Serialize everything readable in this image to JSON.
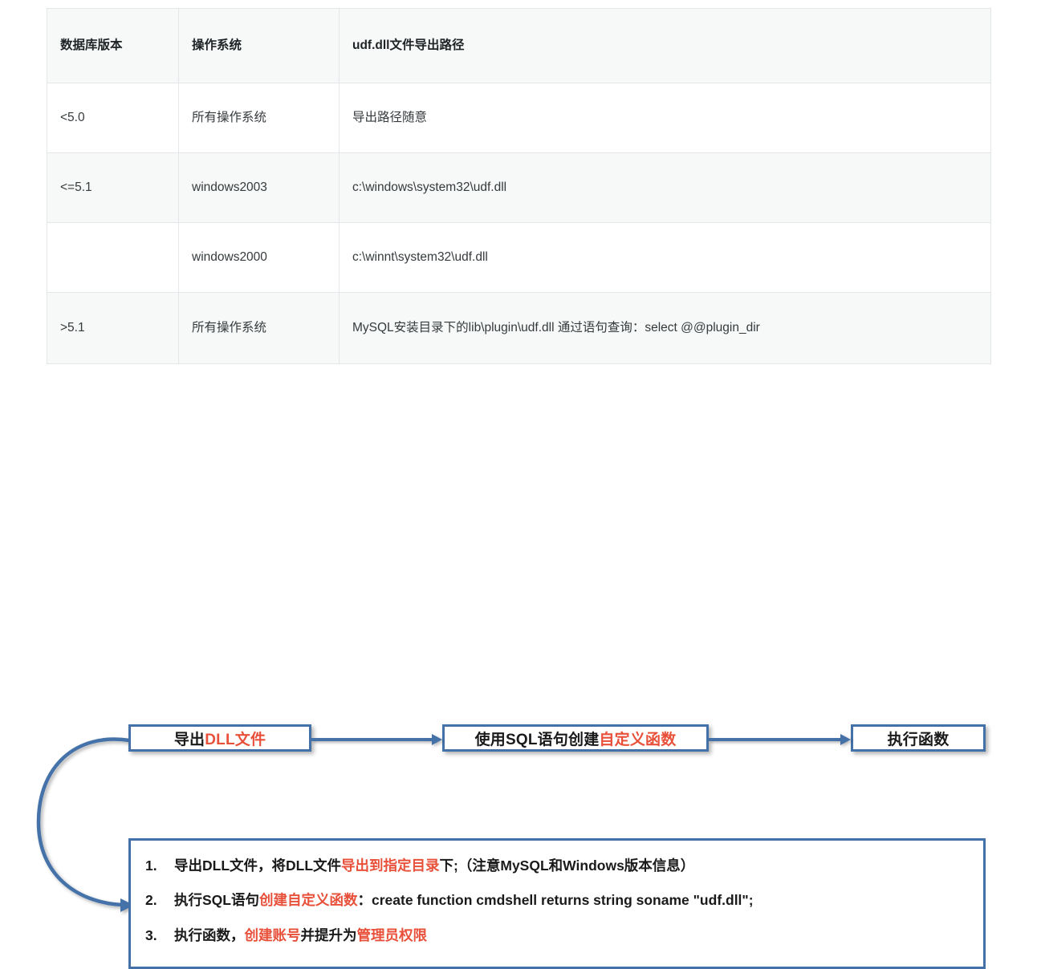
{
  "table": {
    "headers": [
      "数据库版本",
      "操作系统",
      "udf.dll文件导出路径"
    ],
    "rows": [
      {
        "version": "<5.0",
        "os": "所有操作系统",
        "path": "导出路径随意"
      },
      {
        "version": "<=5.1",
        "os": "windows2003",
        "path": "c:\\windows\\system32\\udf.dll"
      },
      {
        "version": "",
        "os": "windows2000",
        "path": "c:\\winnt\\system32\\udf.dll"
      },
      {
        "version": ">5.1",
        "os": "所有操作系统",
        "path": "MySQL安装目录下的lib\\plugin\\udf.dll 通过语句查询：select @@plugin_dir"
      }
    ]
  },
  "flow": {
    "steps": [
      {
        "black_prefix": "导出",
        "red_suffix": "DLL文件"
      },
      {
        "black_prefix": "使用SQL语句创建",
        "red_suffix": "自定义函数"
      },
      {
        "black_prefix": "执行函数",
        "red_suffix": ""
      }
    ]
  },
  "note": {
    "items": [
      {
        "number": "1.",
        "segments": [
          {
            "text": "导出DLL文件，将DLL文件",
            "color": "black"
          },
          {
            "text": "导出到指定目录",
            "color": "red"
          },
          {
            "text": "下;（注意MySQL和Windows版本信息）",
            "color": "black"
          }
        ]
      },
      {
        "number": "2.",
        "segments": [
          {
            "text": "执行SQL语句",
            "color": "black"
          },
          {
            "text": "创建自定义函数",
            "color": "red"
          },
          {
            "text": "：create function cmdshell returns string soname \"udf.dll\";",
            "color": "black"
          }
        ]
      },
      {
        "number": "3.",
        "segments": [
          {
            "text": "执行函数，",
            "color": "black"
          },
          {
            "text": "创建账号",
            "color": "red"
          },
          {
            "text": "并提升为",
            "color": "black"
          },
          {
            "text": "管理员权限",
            "color": "red"
          }
        ]
      }
    ]
  },
  "colors": {
    "accent_blue": "#4472a8",
    "highlight_red": "#e8503a",
    "table_shade": "#f7f8f8",
    "table_border": "#e4e7e9"
  }
}
